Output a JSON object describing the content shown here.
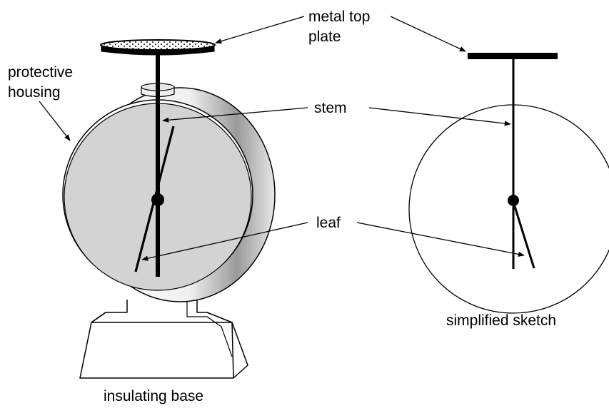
{
  "labels": {
    "metal_top_plate_line1": "metal top",
    "metal_top_plate_line2": "plate",
    "protective_housing_line1": "protective",
    "protective_housing_line2": "housing",
    "stem": "stem",
    "leaf": "leaf",
    "simplified_sketch": "simplified sketch",
    "insulating_base": "insulating base"
  },
  "colors": {
    "line": "#000000",
    "housing_face": "#d3d3d3",
    "housing_rim": "#ffffff",
    "background": "#ffffff"
  }
}
